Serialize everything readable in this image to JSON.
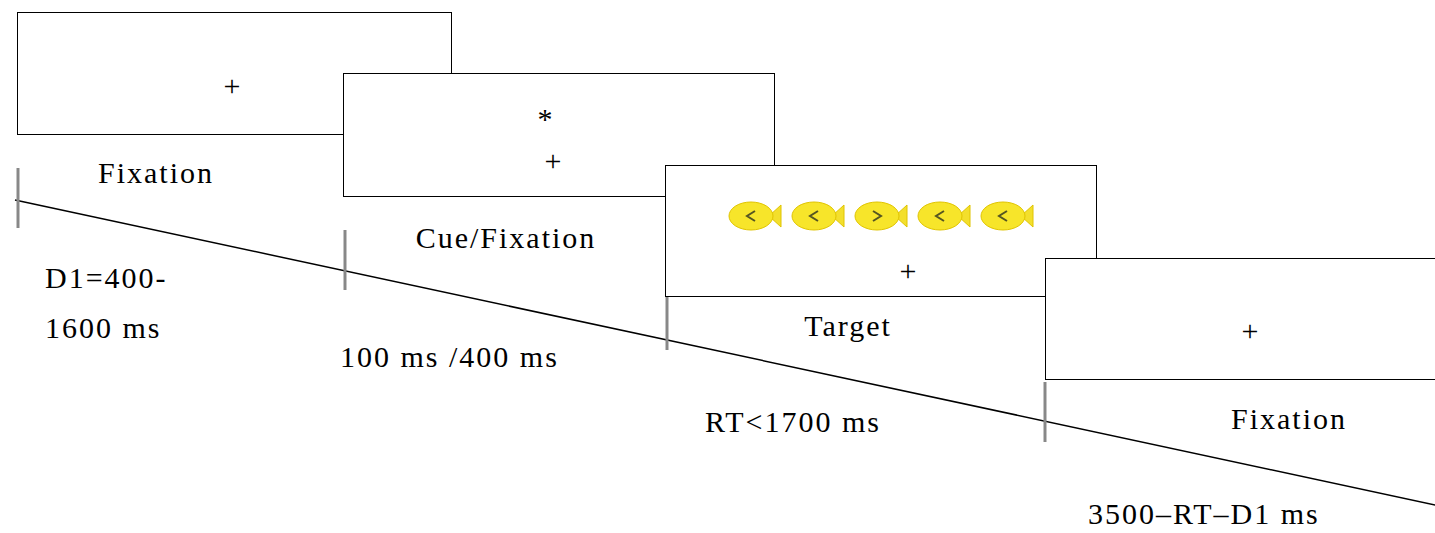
{
  "diagram": {
    "nodes": [
      {
        "text": [
          "+",
          "Fixation"
        ]
      },
      {
        "text": [
          "*",
          "+",
          "Cue/Fixation"
        ]
      },
      {
        "text": [
          "+",
          "Target"
        ]
      },
      {
        "text": [
          "+",
          "Fixation"
        ]
      }
    ],
    "labels": [
      "D1=400- 1600 ms",
      "100 ms /400 ms",
      "RT<1700 ms",
      "3500–RT–D1 ms"
    ]
  }
}
